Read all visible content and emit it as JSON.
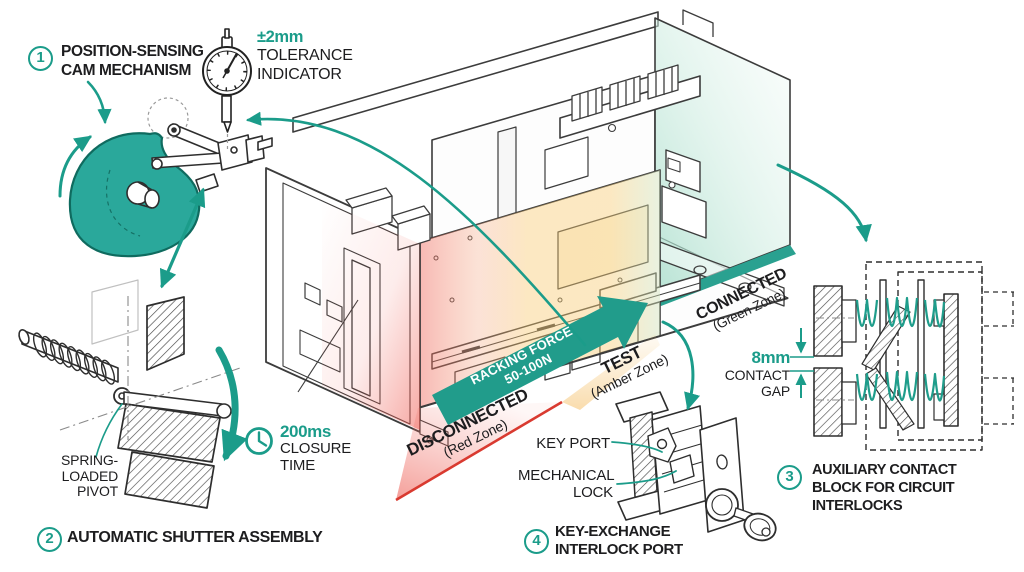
{
  "palette": {
    "teal_accent": "#1b9c8a",
    "red_zone": "#d93a30",
    "amber_zone": "#f2c063",
    "green_zone": "#8fd4bf",
    "ink": "#1d1d1f"
  },
  "callouts": {
    "cam": {
      "num": "1",
      "line1": "POSITION-SENSING",
      "line2": "CAM MECHANISM"
    },
    "shutter": {
      "num": "2",
      "label": "AUTOMATIC SHUTTER ASSEMBLY"
    },
    "aux": {
      "num": "3",
      "line1": "AUXILIARY CONTACT",
      "line2": "BLOCK FOR CIRCUIT",
      "line3": "INTERLOCKS"
    },
    "key": {
      "num": "4",
      "line1": "KEY-EXCHANGE",
      "line2": "INTERLOCK PORT"
    }
  },
  "annotations": {
    "tolerance": {
      "value": "±2mm",
      "line1": "TOLERANCE",
      "line2": "INDICATOR"
    },
    "closure": {
      "value": "200ms",
      "line1": "CLOSURE",
      "line2": "TIME"
    },
    "gap": {
      "value": "8mm",
      "line1": "CONTACT",
      "line2": "GAP"
    },
    "pivot": {
      "line1": "SPRING-",
      "line2": "LOADED",
      "line3": "PIVOT"
    },
    "key_port": {
      "label": "KEY PORT"
    },
    "mech_lock": {
      "line1": "MECHANICAL",
      "line2": "LOCK"
    },
    "racking": {
      "line1": "RACKING FORCE",
      "line2": "50-100N"
    }
  },
  "zones": {
    "disconnected": {
      "title": "DISCONNECTED",
      "subtitle": "(Red Zone)"
    },
    "test": {
      "title": "TEST",
      "subtitle": "(Amber Zone)"
    },
    "connected": {
      "title": "CONNECTED",
      "subtitle": "(Green Zone)"
    }
  }
}
